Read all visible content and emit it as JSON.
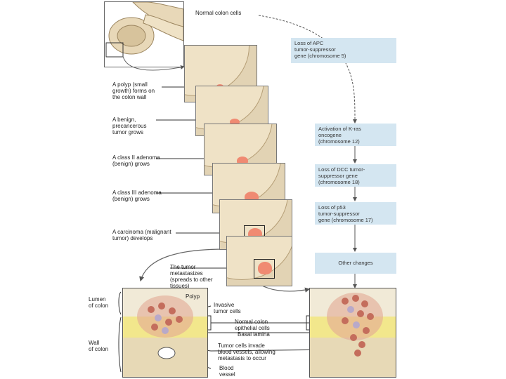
{
  "labels": {
    "normal_colon_cells": "Normal colon cells",
    "polyp_forms": "A polyp (small\ngrowth) forms on\nthe colon wall",
    "benign_tumor": "A benign,\nprecancerous\ntumor grows",
    "class2_adenoma": "A class II adenoma\n(benign) grows",
    "class3_adenoma": "A class III adenoma\n(benign) grows",
    "carcinoma": "A carcinoma (malignant\ntumor) develops",
    "metastasizes": "The tumor\nmetastasizes\n(spreads to other\ntissues)",
    "lumen_of_colon": "Lumen\nof colon",
    "wall_of_colon": "Wall\nof colon",
    "polyp": "Polyp",
    "invasive_tumor_cells": "Invasive\ntumor cells",
    "normal_epithelial_cells": "Normal colon\nepithelial cells",
    "basal_lamina": "Basal lamina",
    "tumor_cells_invade": "Tumor cells invade\nblood vessels, allowing\nmetastasis to occur",
    "blood_vessel": "Blood\nvessel"
  },
  "steps": [
    "Loss of APC\ntumor-suppressor\ngene (chromosome 5)",
    "Activation of K-ras\noncogene\n(chromosome 12)",
    "Loss of DCC tumor-\nsuppressor gene\n(chromosome 18)",
    "Loss of p53\ntumor-suppressor\ngene (chromosome 17)",
    "Other changes"
  ],
  "colors": {
    "step_box": "#d4e6f1",
    "tissue": "#e2d3b4",
    "polyp": "#f08a72",
    "arrow": "#555555"
  }
}
